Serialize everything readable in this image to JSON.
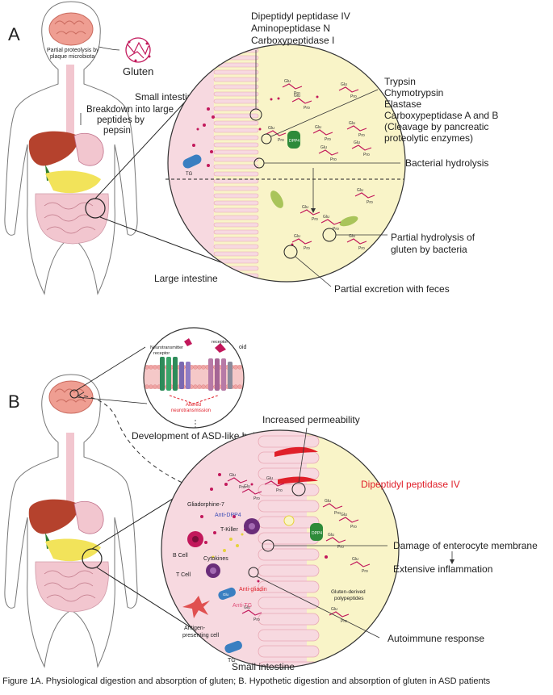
{
  "panel_a": {
    "letter": "A",
    "gluten_label": "Gluten",
    "brain_note_1": "Partial proteolysis by",
    "brain_note_2": "plaque microbiota",
    "small_intestine_label": "Small intestine",
    "pepsin_1": "Breakdown into large",
    "pepsin_2": "peptides by",
    "pepsin_3": "pepsin",
    "large_intestine_label": "Large intestine",
    "brush_border_enzymes": [
      "Dipeptidyl peptidase IV",
      "Aminopeptidase N",
      "Carboxypeptidase I"
    ],
    "pancreatic_enzymes": [
      "Trypsin",
      "Chymotrypsin",
      "Elastase",
      "Carboxypeptidase A and B",
      "(Cleavage by pancreatic",
      "proteolytic enzymes)"
    ],
    "bacterial_hydrolysis": "Bacterial hydrolysis",
    "partial_hydrolysis_1": "Partial hydrolysis of",
    "partial_hydrolysis_2": "gluten by bacteria",
    "partial_excretion": "Partial excretion with feces",
    "tg_label": "TG",
    "dpp4_label": "DPP4",
    "glu": "Glu",
    "pro": "Pro"
  },
  "panel_b": {
    "letter": "B",
    "neurotransmitter_receptor_1": "Neurotransmitter",
    "neurotransmitter_receptor_2": "receptor",
    "receptor_label": "receptor",
    "opioid_label": "oid",
    "altered_1": "Altered",
    "altered_2": "neurotransmission",
    "asd_behavior": "Development of ASD-like behavior",
    "increased_permeability": "Increased permeability",
    "dpp4_title": "Dipeptidyl peptidase IV",
    "gliadorphine": "Gliadorphine-7",
    "anti_dpp4": "Anti-DPP4",
    "t_killer": "T-Killer",
    "b_cell": "B Cell",
    "cytokines": "Cytokines",
    "t_cell": "T Cell",
    "anti_gliadin": "Anti-gliadin",
    "anti_tg": "Anti-TG",
    "apc_1": "Antigen-",
    "apc_2": "presenting cell",
    "tg_label": "TG",
    "damage": "Damage of  enterocyte membrane",
    "inflammation": "Extensive inflammation",
    "gluten_derived_1": "Gluten-derived",
    "gluten_derived_2": "polypeptides",
    "autoimmune": "Autoimmune response",
    "small_intestine_label": "Small intestine",
    "dpp4_label": "DPP4",
    "glu_abbr": "Glu",
    "glu": "Glu",
    "pro": "Pro"
  },
  "caption": "Figure 1A. Physiological digestion and absorption of gluten;  B. Hypothetic digestion and absorption of gluten in ASD patients",
  "colors": {
    "lumen": "#f9f4c8",
    "mucosa": "#f7d9e0",
    "intestine": "#f2c6cf",
    "liver": "#b5422d",
    "pancreas": "#f2e35a",
    "peptide": "#c2185b",
    "dpp4": "#2e8b3a",
    "tg": "#3a7fc1",
    "bacteria": "#a9c45a",
    "red_accent": "#e0202a",
    "anti_dpp4": "#3b4bb5"
  }
}
